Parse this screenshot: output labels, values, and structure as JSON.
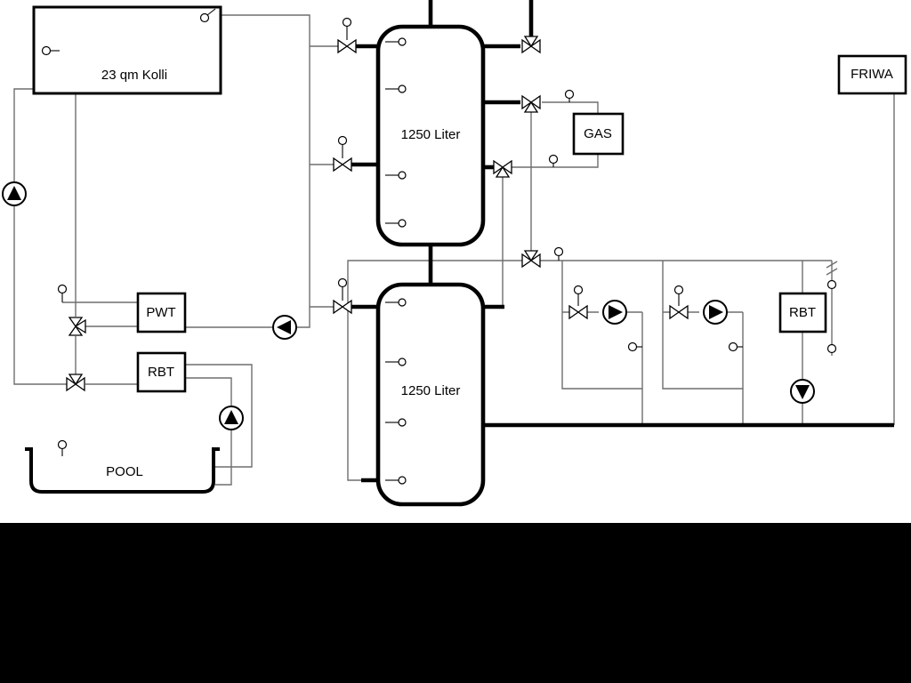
{
  "colors": {
    "background": "#ffffff",
    "line": "#000000",
    "thin_line": "#6e6e6e",
    "bottom_bar": "#000000"
  },
  "components": {
    "collector": {
      "label": "23 qm Kolli"
    },
    "tank_top": {
      "label": "1250 Liter"
    },
    "tank_bottom": {
      "label": "1250 Liter"
    },
    "gas": {
      "label": "GAS"
    },
    "friwa": {
      "label": "FRIWA"
    },
    "pwt": {
      "label": "PWT"
    },
    "rbt_left": {
      "label": "RBT"
    },
    "rbt_right": {
      "label": "RBT"
    },
    "pool": {
      "label": "POOL"
    }
  },
  "icons": {
    "pump": "circle-with-filled-triangle",
    "valve": "bowtie-outline",
    "three_way_valve": "bowtie-three-port",
    "sensor": "small-circle-with-stem"
  }
}
